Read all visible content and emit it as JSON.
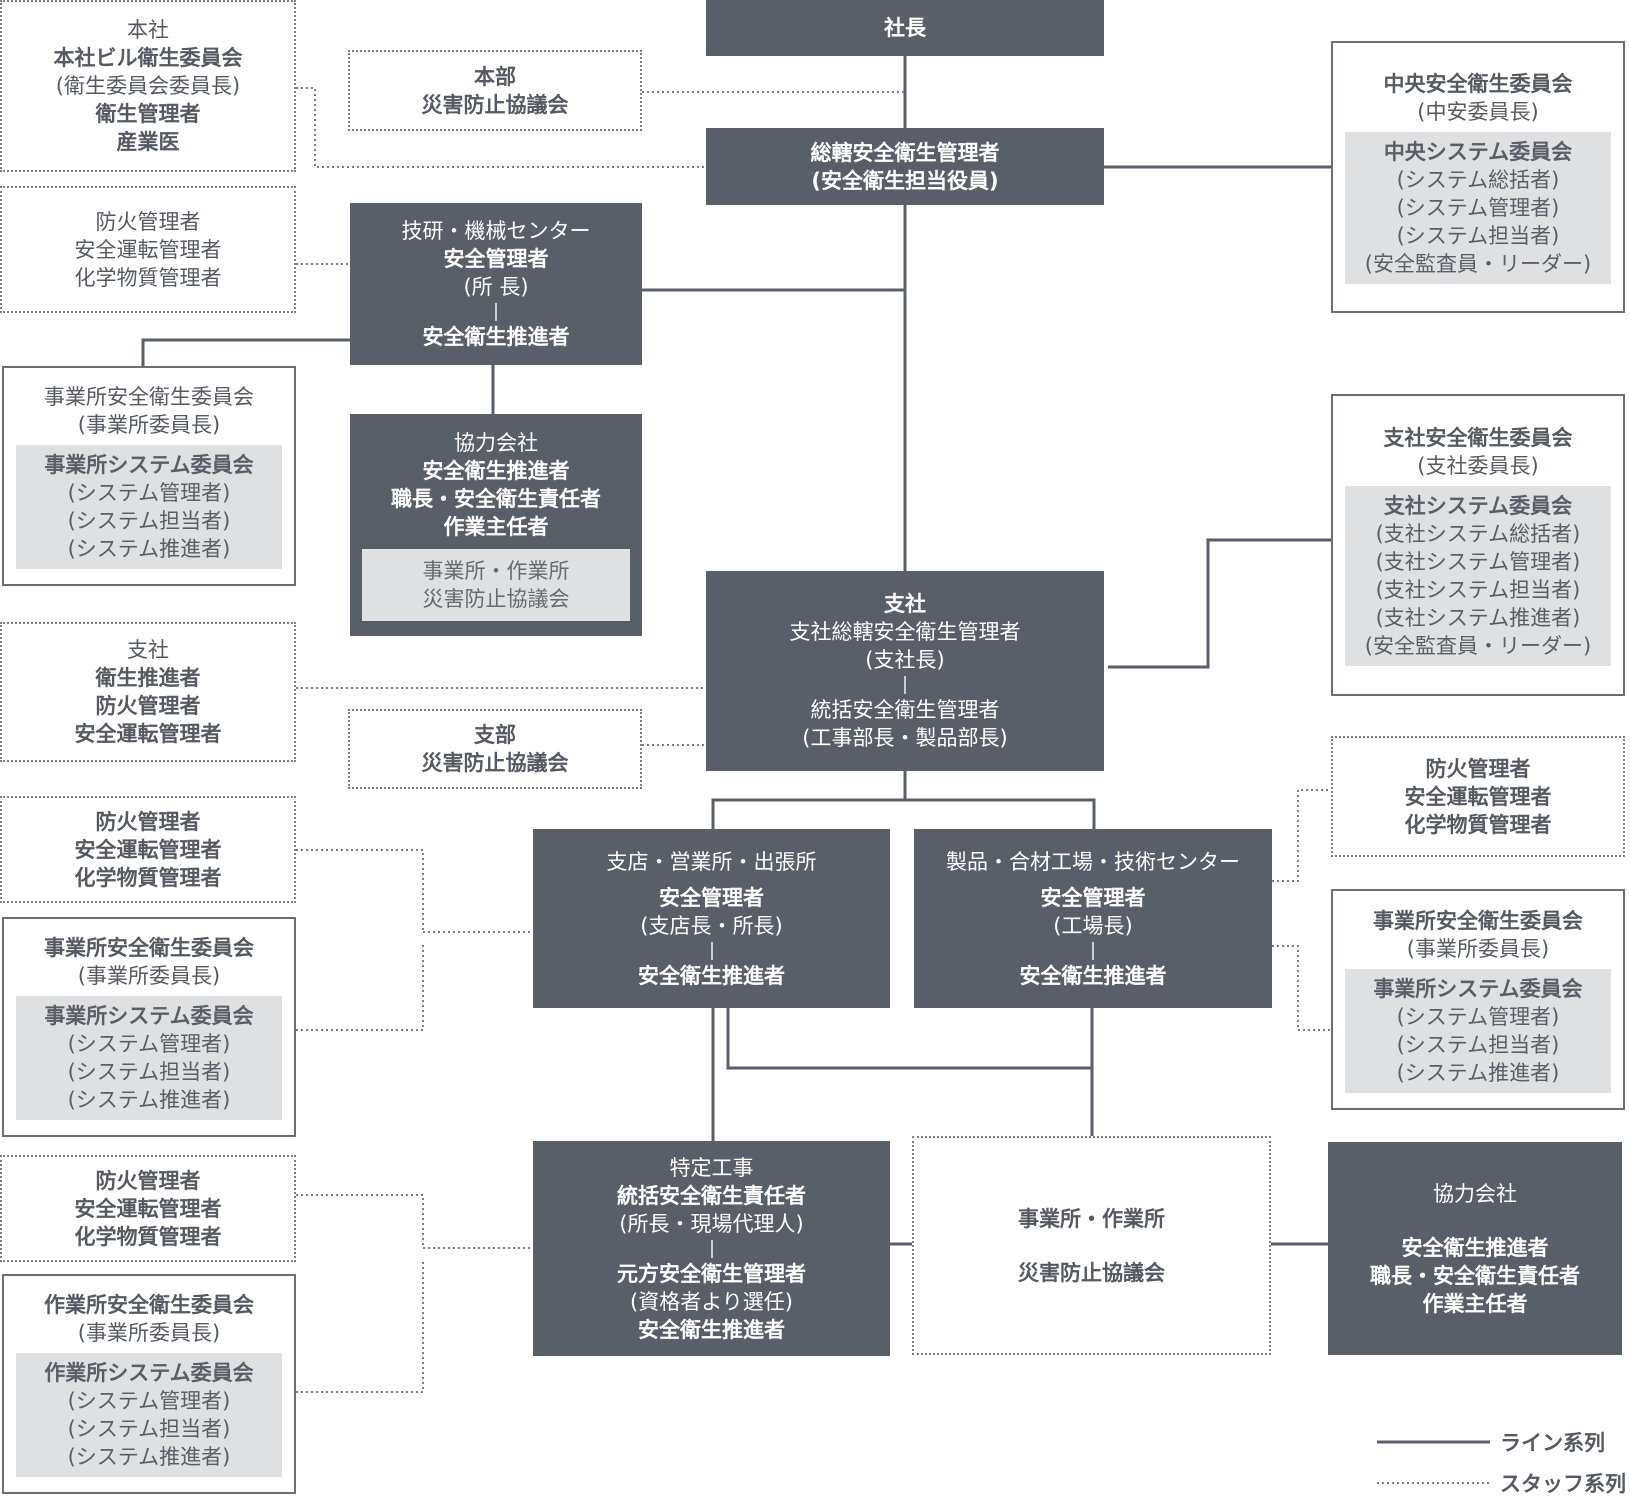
{
  "president": "社長",
  "hq_council": {
    "title": "本部",
    "name": "災害防止協議会"
  },
  "chief_manager": {
    "line1": "総轄安全衛生管理者",
    "line2": "(安全衛生担当役員)"
  },
  "hq_building": {
    "label": "本社",
    "committee": "本社ビル衛生委員会",
    "chair": "(衛生委員会委員長)",
    "manager": "衛生管理者",
    "doctor": "産業医"
  },
  "fire_mgrs_1": {
    "l1": "防火管理者",
    "l2": "安全運転管理者",
    "l3": "化学物質管理者"
  },
  "tech_center": {
    "title": "技研・機械センター",
    "role": "安全管理者",
    "chief": "(所 長)",
    "promoter": "安全衛生推進者"
  },
  "central_committee": {
    "title": "中央安全衛生委員会",
    "chair": "(中安委員長)",
    "sub_title": "中央システム委員会",
    "items": [
      "(システム総括者)",
      "(システム管理者)",
      "(システム担当者)",
      "(安全監査員・リーダー)"
    ]
  },
  "office_committee_left": {
    "title": "事業所安全衛生委員会",
    "chair": "(事業所委員長)",
    "sub_title": "事業所システム委員会",
    "items": [
      "(システム管理者)",
      "(システム担当者)",
      "(システム推進者)"
    ]
  },
  "partner_1": {
    "label": "協力会社",
    "l1": "安全衛生推進者",
    "l2": "職長・安全衛生責任者",
    "l3": "作業主任者",
    "sub1": "事業所・作業所",
    "sub2": "災害防止協議会"
  },
  "branch_staff": {
    "label": "支社",
    "l1": "衛生推進者",
    "l2": "防火管理者",
    "l3": "安全運転管理者"
  },
  "branch_council": {
    "title": "支部",
    "name": "災害防止協議会"
  },
  "branch": {
    "title": "支社",
    "mgr": "支社総轄安全衛生管理者",
    "mgr_note": "(支社長)",
    "gen_mgr": "統括安全衛生管理者",
    "gen_note": "(工事部長・製品部長)"
  },
  "branch_committee": {
    "title": "支社安全衛生委員会",
    "chair": "(支社委員長)",
    "sub_title": "支社システム委員会",
    "items": [
      "(支社システム総括者)",
      "(支社システム管理者)",
      "(支社システム担当者)",
      "(支社システム推進者)",
      "(安全監査員・リーダー)"
    ]
  },
  "fire_mgrs_2": {
    "l1": "防火管理者",
    "l2": "安全運転管理者",
    "l3": "化学物質管理者"
  },
  "office_committee_2": {
    "title": "事業所安全衛生委員会",
    "chair": "(事業所委員長)",
    "sub_title": "事業所システム委員会",
    "items": [
      "(システム管理者)",
      "(システム担当者)",
      "(システム推進者)"
    ]
  },
  "shop": {
    "title": "支店・営業所・出張所",
    "role": "安全管理者",
    "note": "(支店長・所長)",
    "promoter": "安全衛生推進者"
  },
  "factory": {
    "title": "製品・合材工場・技術センター",
    "role": "安全管理者",
    "note": "(工場長)",
    "promoter": "安全衛生推進者"
  },
  "fire_mgrs_3": {
    "l1": "防火管理者",
    "l2": "安全運転管理者",
    "l3": "化学物質管理者"
  },
  "office_committee_3": {
    "title": "事業所安全衛生委員会",
    "chair": "(事業所委員長)",
    "sub_title": "事業所システム委員会",
    "items": [
      "(システム管理者)",
      "(システム担当者)",
      "(システム推進者)"
    ]
  },
  "fire_mgrs_4": {
    "l1": "防火管理者",
    "l2": "安全運転管理者",
    "l3": "化学物質管理者"
  },
  "worksite_committee": {
    "title": "作業所安全衛生委員会",
    "chair": "(事業所委員長)",
    "sub_title": "作業所システム委員会",
    "items": [
      "(システム管理者)",
      "(システム担当者)",
      "(システム推進者)"
    ]
  },
  "special_work": {
    "title": "特定工事",
    "l1": "統括安全衛生責任者",
    "l1_note": "(所長・現場代理人)",
    "l2": "元方安全衛生管理者",
    "l2_note": "(資格者より選任)",
    "l3": "安全衛生推進者"
  },
  "site_council": {
    "l1": "事業所・作業所",
    "l2": "災害防止協議会"
  },
  "partner_2": {
    "label": "協力会社",
    "l1": "安全衛生推進者",
    "l2": "職長・安全衛生責任者",
    "l3": "作業主任者"
  },
  "legend": {
    "line": "ライン系列",
    "staff": "スタッフ系列"
  }
}
